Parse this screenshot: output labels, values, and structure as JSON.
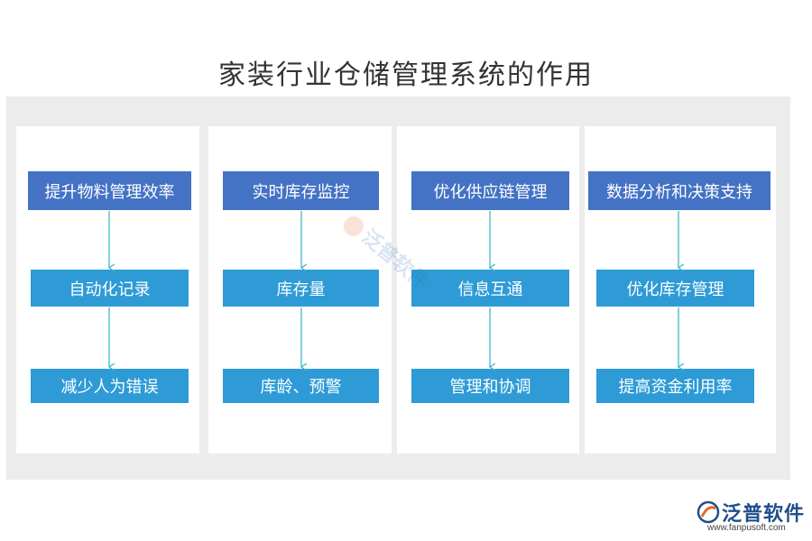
{
  "title": "家装行业仓储管理系统的作用",
  "columns": [
    {
      "top": "提升物料管理效率",
      "mid": "自动化记录",
      "bot": "减少人为错误"
    },
    {
      "top": "实时库存监控",
      "mid": "库存量",
      "bot": "库龄、预警"
    },
    {
      "top": "优化供应链管理",
      "mid": "信息互通",
      "bot": "管理和协调"
    },
    {
      "top": "数据分析和决策支持",
      "mid": "优化库存管理",
      "bot": "提高资金利用率"
    }
  ],
  "watermark": "泛普软件",
  "logo": {
    "name": "泛普软件",
    "url": "www.fanpusoft.com"
  },
  "colors": {
    "top_box": "#4472c4",
    "sub_box": "#2e9bd6",
    "arrow": "#3fb8c9",
    "panel": "#ececec"
  }
}
